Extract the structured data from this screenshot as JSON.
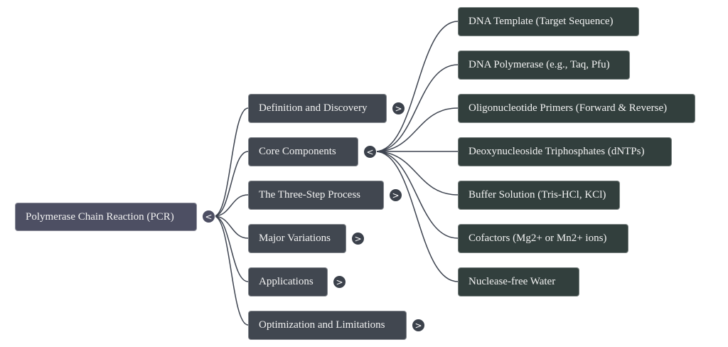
{
  "mindmap": {
    "root": {
      "label": "Polymerase Chain Reaction (PCR)",
      "toggle": "<",
      "toggle_icon": "collapse-icon"
    },
    "branches": [
      {
        "label": "Definition and Discovery",
        "toggle": ">",
        "toggle_icon": "expand-icon",
        "expanded": false
      },
      {
        "label": "Core Components",
        "toggle": "<",
        "toggle_icon": "collapse-icon",
        "expanded": true
      },
      {
        "label": "The Three-Step Process",
        "toggle": ">",
        "toggle_icon": "expand-icon",
        "expanded": false
      },
      {
        "label": "Major Variations",
        "toggle": ">",
        "toggle_icon": "expand-icon",
        "expanded": false
      },
      {
        "label": "Applications",
        "toggle": ">",
        "toggle_icon": "expand-icon",
        "expanded": false
      },
      {
        "label": "Optimization and Limitations",
        "toggle": ">",
        "toggle_icon": "expand-icon",
        "expanded": false
      }
    ],
    "core_components_children": [
      {
        "label": "DNA Template (Target Sequence)"
      },
      {
        "label": "DNA Polymerase (e.g., Taq, Pfu)"
      },
      {
        "label": "Oligonucleotide Primers (Forward & Reverse)"
      },
      {
        "label": "Deoxynucleoside Triphosphates (dNTPs)"
      },
      {
        "label": "Buffer Solution (Tris-HCl, KCl)"
      },
      {
        "label": "Cofactors (Mg2+ or Mn2+ ions)"
      },
      {
        "label": "Nuclease-free Water"
      }
    ]
  },
  "colors": {
    "root_fill": "#4d4f63",
    "branch_fill": "#414750",
    "leaf_fill": "#323f3d",
    "link_stroke": "#3e4450",
    "text": "#f2f2f2"
  }
}
